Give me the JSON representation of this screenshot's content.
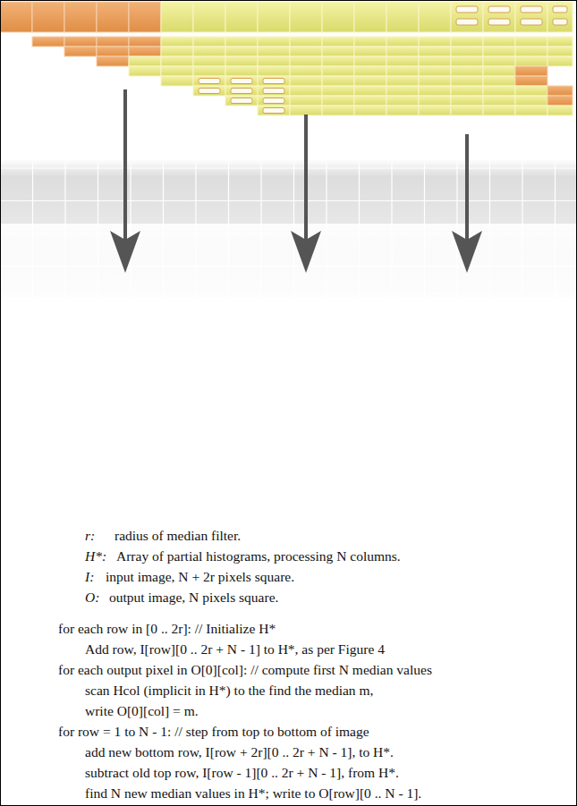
{
  "diagram": {
    "labels": [
      "r:",
      "radius of median filter.",
      "H*:",
      "Array of partial histograms, processing N columns.",
      "I:",
      "input image, N + 2r pixels square.",
      "O:",
      "output image, N pixels square.",
      "for each row in [0 .. 2r]: // Initialize H*",
      "Add row, I[row][0 .. 2r + N - 1] to H*, as per Figure 4",
      "for each output pixel in O[0][col]: // compute first N median values",
      "scan Hcol (implicit in H*) to the find the median m,",
      "write O[0][col] = m.",
      "for row = 1 to N - 1: // step from top to bottom of image",
      "add new bottom row, I[row + 2r][0 .. 2r + N - 1], to H*.",
      "subtract old top row, I[row - 1][0 .. 2r + N - 1], from H*.",
      "find N new median values in H*; write to O[row][0 .. N - 1]."
    ]
  }
}
